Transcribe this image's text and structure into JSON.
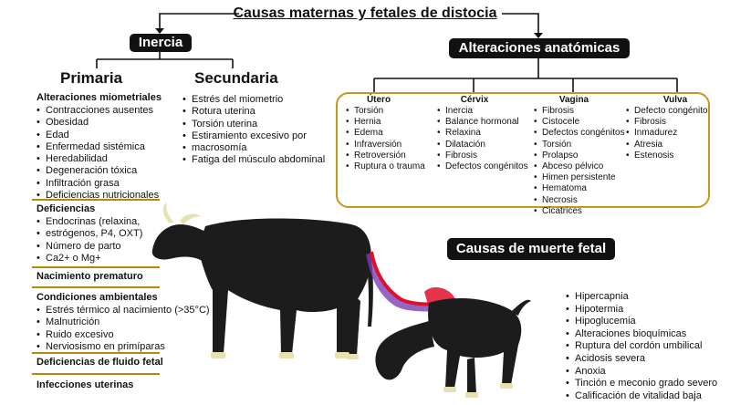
{
  "title": "Causas maternas y fetales de distocia",
  "inercia": {
    "label": "Inercia",
    "primaria": {
      "heading": "Primaria",
      "sections": [
        {
          "title": "Alteraciones miometriales",
          "items": [
            "Contracciones ausentes",
            "Obesidad",
            "Edad",
            "Enfermedad sistémica",
            "Heredabilidad",
            "Degeneración tóxica",
            "Infiltración grasa",
            "Deficiencias nutricionales"
          ]
        },
        {
          "title": "Deficiencias",
          "items": [
            "Endocrinas (relaxina,",
            "estrógenos, P4, OXT)",
            "Número de parto",
            "Ca2+ o Mg+"
          ]
        },
        {
          "title": "Nacimiento prematuro",
          "items": []
        },
        {
          "title": "Condiciones ambientales",
          "items": [
            "Estrés térmico al nacimiento (>35°C)",
            "Malnutrición",
            "Ruido excesivo",
            "Nerviosismo en primíparas"
          ]
        },
        {
          "title": "Deficiencias de fluido fetal",
          "items": []
        },
        {
          "title": "Infecciones uterinas",
          "items": []
        }
      ]
    },
    "secundaria": {
      "heading": "Secundaria",
      "items": [
        "Estrés del miometrio",
        "Rotura uterina",
        "Torsión uterina",
        "Estiramiento excesivo por",
        "macrosomía",
        "Fatiga del músculo abdominal"
      ]
    }
  },
  "anatomicas": {
    "label": "Alteraciones anatómicas",
    "columns": [
      {
        "title": "Útero",
        "items": [
          "Torsión",
          "Hernia",
          "Edema",
          "Infraversión",
          "Retroversión",
          "Ruptura o trauma"
        ]
      },
      {
        "title": "Cérvix",
        "items": [
          "Inercia",
          "Balance hormonal",
          "Relaxina",
          "Dilatación",
          "Fibrosis",
          "Defectos congénitos"
        ]
      },
      {
        "title": "Vagina",
        "items": [
          "Fibrosis",
          "Cistocele",
          "Defectos congénitos",
          "Torsión",
          "Prolapso",
          "Abceso pélvico",
          "Himen persistente",
          "Hematoma",
          "Necrosis",
          "Cicatrices"
        ]
      },
      {
        "title": "Vulva",
        "items": [
          "Defecto congénito",
          "Fibrosis",
          "Inmadurez",
          "Atresia",
          "Estenosis"
        ]
      }
    ]
  },
  "muerte_fetal": {
    "label": "Causas de muerte fetal",
    "items": [
      "Hipercapnia",
      "Hipotermia",
      "Hipoglucemia",
      "Alteraciones bioquímicas",
      "Ruptura del cordón umbilical",
      "Acidosis severa",
      "Anoxia",
      "Tinción e meconio grado severo",
      "Calificación de vitalidad baja"
    ]
  },
  "colors": {
    "accent": "#c9961a",
    "pill": "#111111",
    "blood": "#e0102a",
    "membrane": "#7a3fb8"
  }
}
